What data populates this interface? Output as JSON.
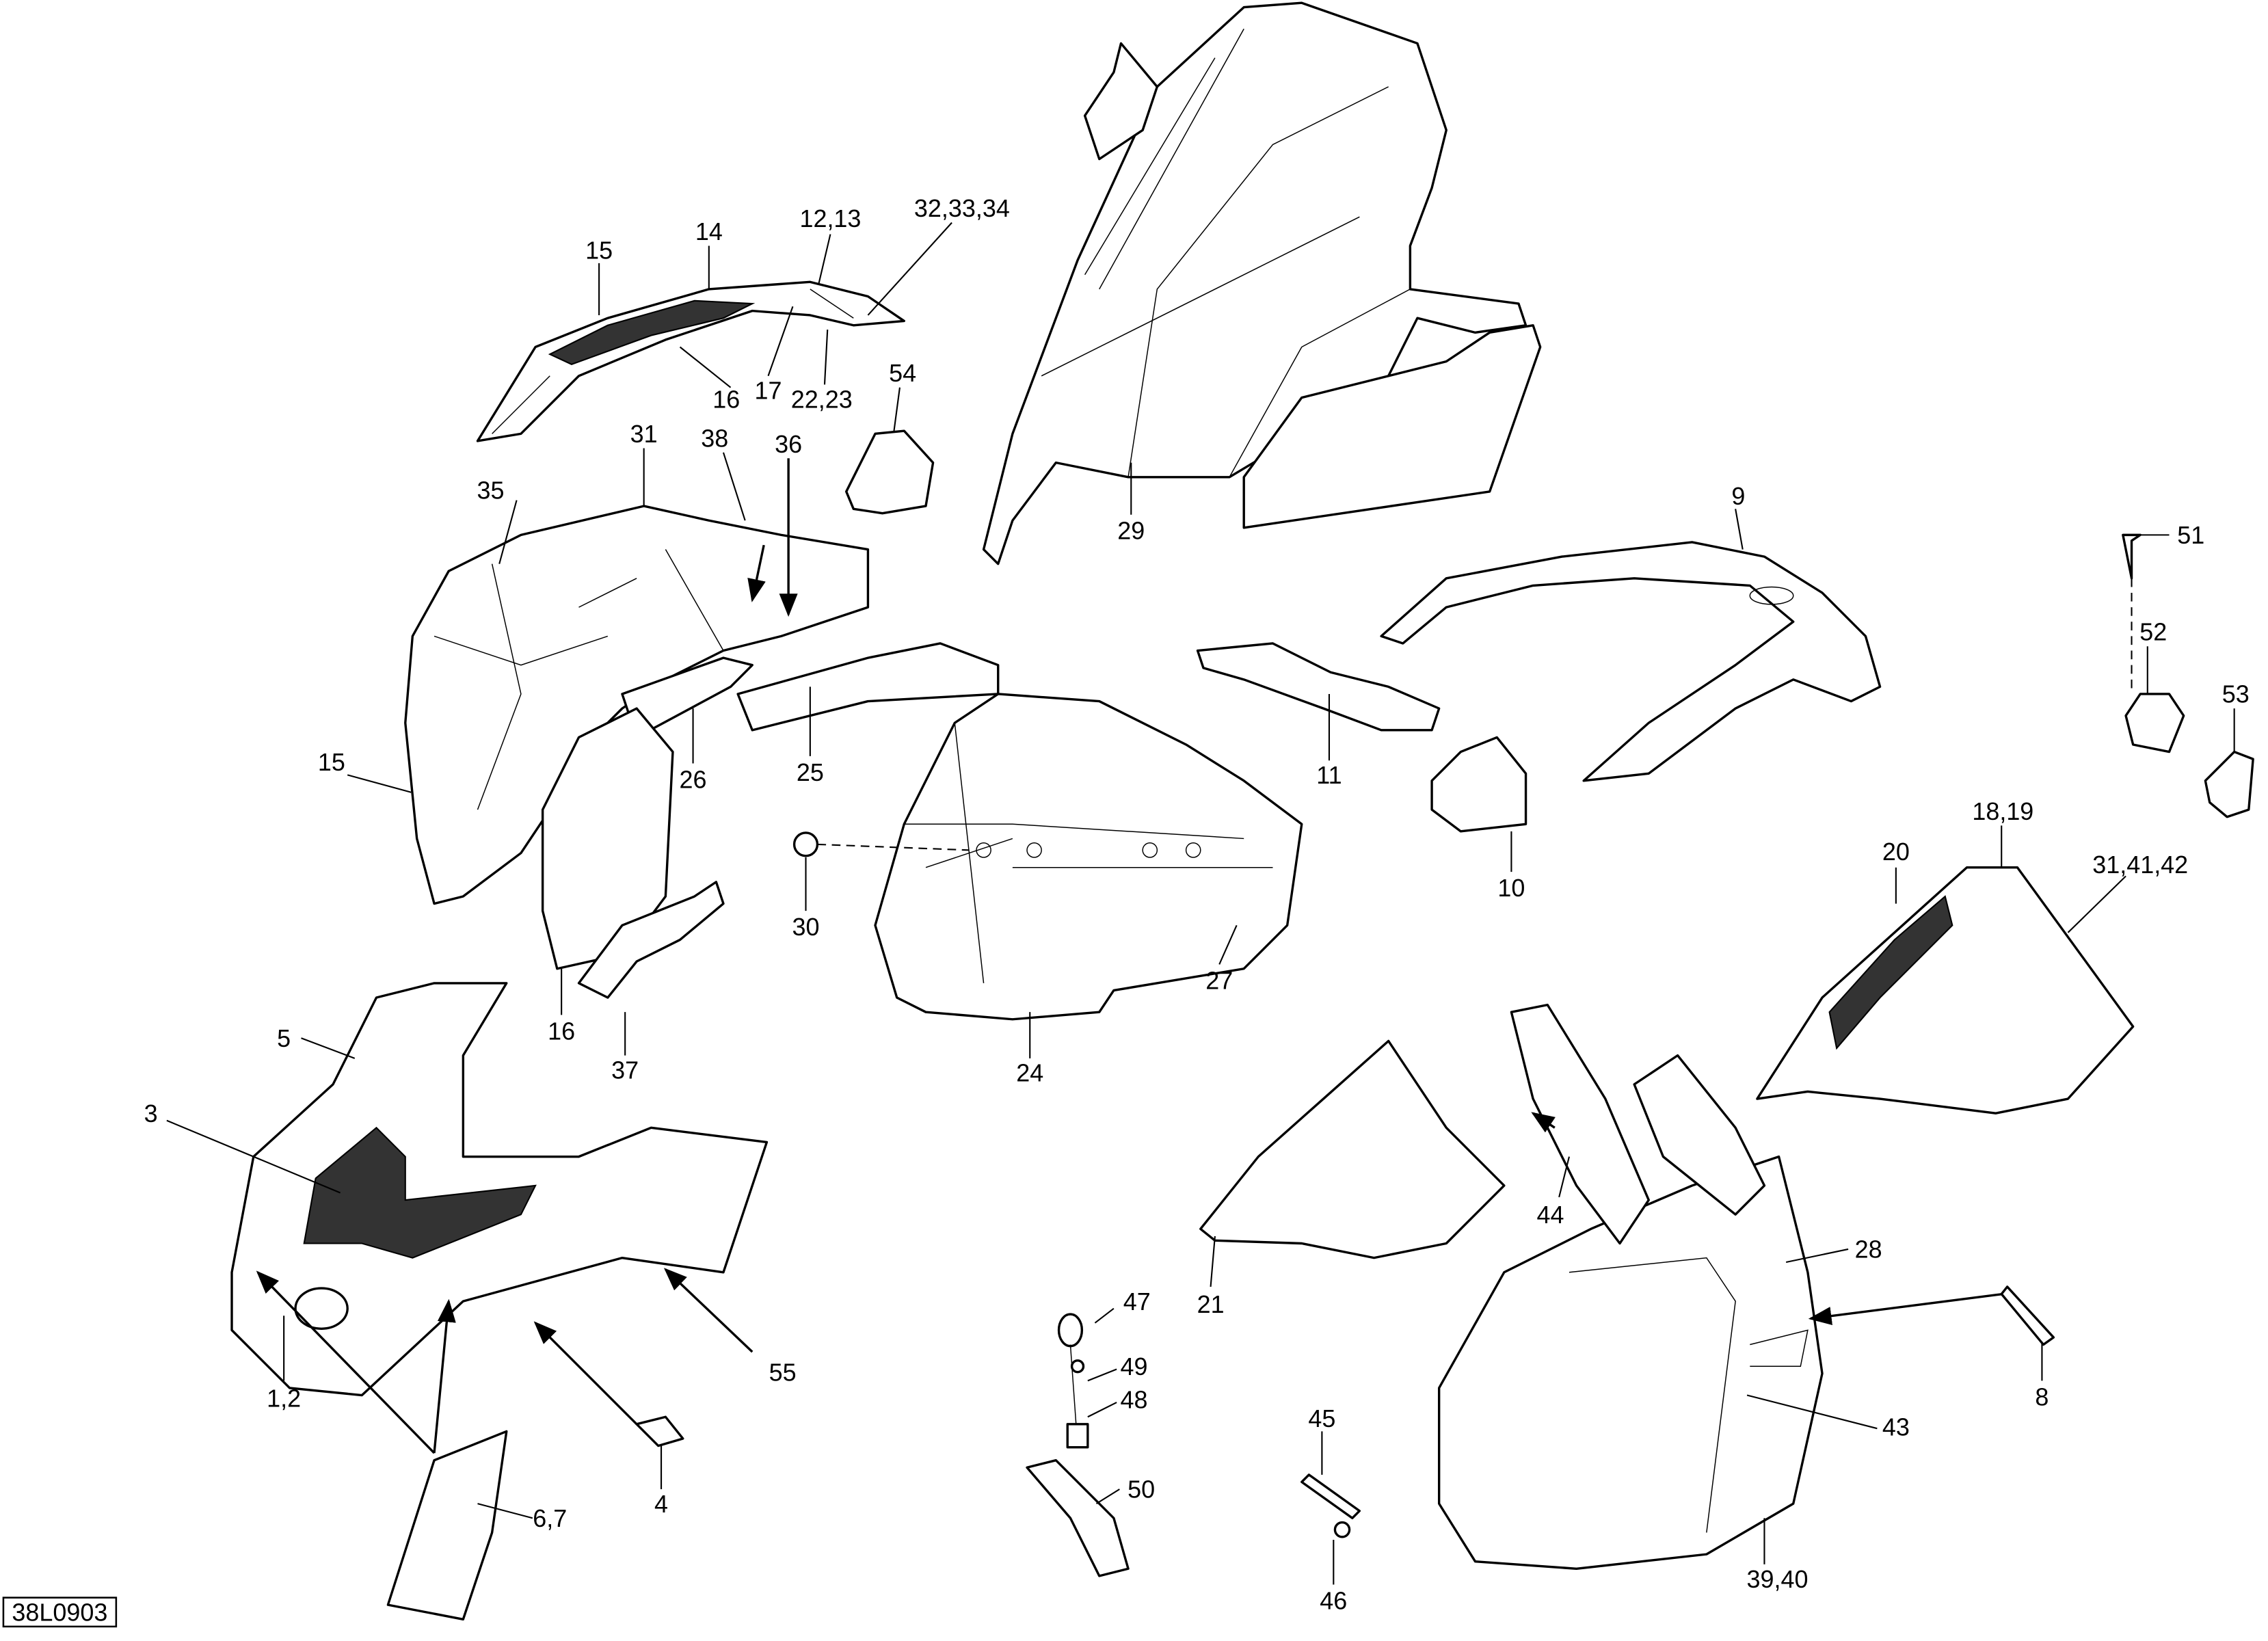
{
  "diagram": {
    "reference_code": "38L0903",
    "callouts": {
      "c15a": "15",
      "c14": "14",
      "c1213": "12,13",
      "c323334": "32,33,34",
      "c16a": "16",
      "c17": "17",
      "c2223": "22,23",
      "c54": "54",
      "c31": "31",
      "c38": "38",
      "c36": "36",
      "c35": "35",
      "c29": "29",
      "c9": "9",
      "c51": "51",
      "c52": "52",
      "c53": "53",
      "c15b": "15",
      "c26": "26",
      "c25": "25",
      "c11": "11",
      "c10": "10",
      "c30": "30",
      "c27": "27",
      "c1819": "18,19",
      "c20": "20",
      "c314142": "31,41,42",
      "c16b": "16",
      "c37": "37",
      "c24": "24",
      "c5": "5",
      "c3": "3",
      "c44": "44",
      "c28": "28",
      "c21": "21",
      "c47": "47",
      "c49": "49",
      "c48": "48",
      "c55": "55",
      "c8": "8",
      "c43": "43",
      "c50": "50",
      "c45": "45",
      "c12": "1,2",
      "c67": "6,7",
      "c4": "4",
      "c3940": "39,40",
      "c46": "46"
    }
  }
}
